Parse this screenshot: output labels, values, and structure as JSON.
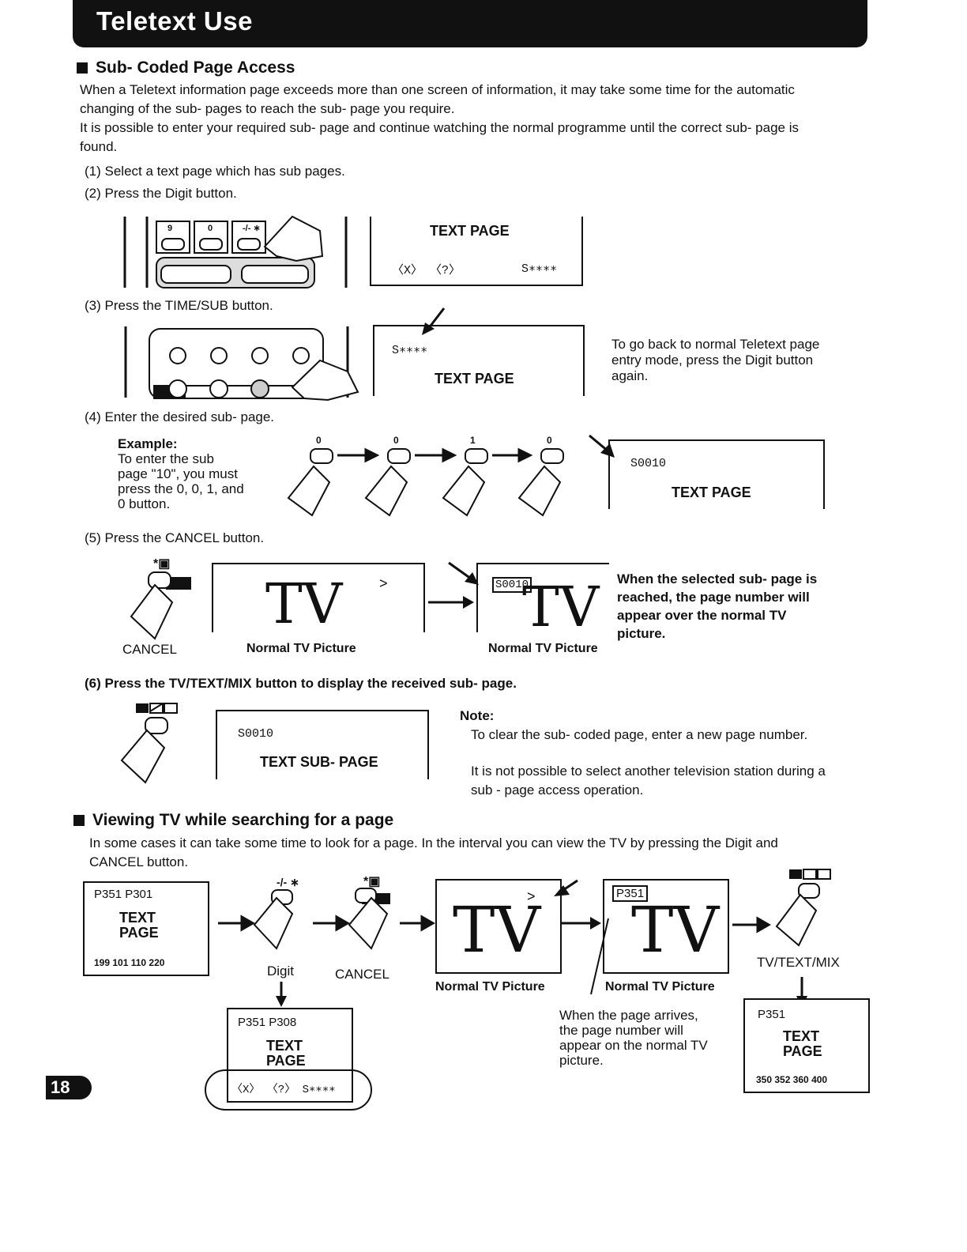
{
  "header": {
    "title": "Teletext Use"
  },
  "section1": {
    "heading": "Sub- Coded Page Access",
    "para1_line1": "When a Teletext information page exceeds more than one screen of information, it may take some time for the automatic",
    "para1_line2": "changing of the sub- pages to reach the sub- page you require.",
    "para2_line1": "It is possible to enter your required sub- page and continue watching the normal programme until the correct sub- page is",
    "para2_line2": "found."
  },
  "steps": {
    "s1": "(1) Select a text page which has sub pages.",
    "s2": "(2) Press the Digit button.",
    "s3": "(3) Press the TIME/SUB button.",
    "s4": "(4) Enter the desired sub- page.",
    "s5": "(5) Press the CANCEL button.",
    "s6": "(6) Press the TV/TEXT/MIX button to display the received sub- page."
  },
  "step2": {
    "keys": [
      "9",
      "0",
      "-/- ∗"
    ],
    "screen_title": "TEXT PAGE",
    "screen_bottom_left": "〈X〉  〈?〉",
    "screen_bottom_right": "S∗∗∗∗"
  },
  "step3": {
    "screen_top": "S∗∗∗∗",
    "screen_title": "TEXT PAGE",
    "note_line1": "To go back to normal Teletext page",
    "note_line2": "entry mode, press the Digit button",
    "note_line3": "again."
  },
  "step4": {
    "example_label": "Example:",
    "example_line1": "To enter the sub",
    "example_line2": "page \"10\", you must",
    "example_line3": "press the 0, 0, 1, and",
    "example_line4": "0 button.",
    "digits": [
      "0",
      "0",
      "1",
      "0"
    ],
    "screen_top": "S0010",
    "screen_title": "TEXT PAGE"
  },
  "step5": {
    "cancel_label": "CANCEL",
    "tv_text": "TV",
    "screen1_caption": "Normal TV Picture",
    "screen1_marker": ">",
    "screen2_badge": "S0010",
    "screen2_caption": "Normal TV Picture",
    "note_line1": "When the selected sub- page is",
    "note_line2": "reached, the page number will",
    "note_line3": "appear over the normal TV",
    "note_line4": "picture."
  },
  "step6": {
    "screen_top": "S0010",
    "screen_title": "TEXT SUB- PAGE",
    "note_label": "Note:",
    "note1": "To clear the sub- coded page, enter a new page number.",
    "note2_line1": "It is not possible to select another television station during a",
    "note2_line2": "sub - page access operation."
  },
  "section2": {
    "heading": "Viewing TV while searching for a page",
    "para_line1": "In some cases it can take some time to look for a page. In the interval you can view the TV by pressing the Digit and",
    "para_line2": "CANCEL button.",
    "box1_top": "P351  P301",
    "box1_title1": "TEXT",
    "box1_title2": "PAGE",
    "box1_bottom": "199  101  110  220",
    "digit_symbol": "-/- ∗",
    "digit_label": "Digit",
    "cancel_label": "CANCEL",
    "box2_top": "P351  P308",
    "box2_title1": "TEXT",
    "box2_title2": "PAGE",
    "box2_bottom": "〈X〉 〈?〉 S∗∗∗∗",
    "tv_text": "TV",
    "tv1_marker": ">",
    "tv1_caption": "Normal TV Picture",
    "tv2_badge": "P351",
    "tv2_caption": "Normal TV Picture",
    "arrive_line1": "When the page arrives,",
    "arrive_line2": "the page number will",
    "arrive_line3": "appear on the normal TV",
    "arrive_line4": "picture.",
    "mix_label": "TV/TEXT/MIX",
    "box3_top": "P351",
    "box3_title1": "TEXT",
    "box3_title2": "PAGE",
    "box3_bottom": "350  352  360  400"
  },
  "page_number": "18"
}
